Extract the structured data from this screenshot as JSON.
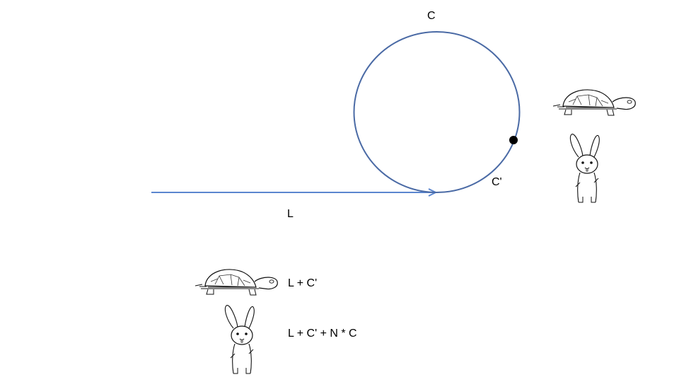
{
  "diagram": {
    "circle_label": "C",
    "meeting_label": "C'",
    "tail_label": "L",
    "tortoise_distance": "L + C'",
    "hare_distance": "L + C' + N * C"
  },
  "colors": {
    "cycle_stroke": "#4a6aa5",
    "tail_stroke": "#5b86cf",
    "meeting_point": "#000000",
    "background": "#ffffff"
  },
  "icons": {
    "tortoise": "tortoise-icon",
    "hare": "rabbit-icon"
  }
}
